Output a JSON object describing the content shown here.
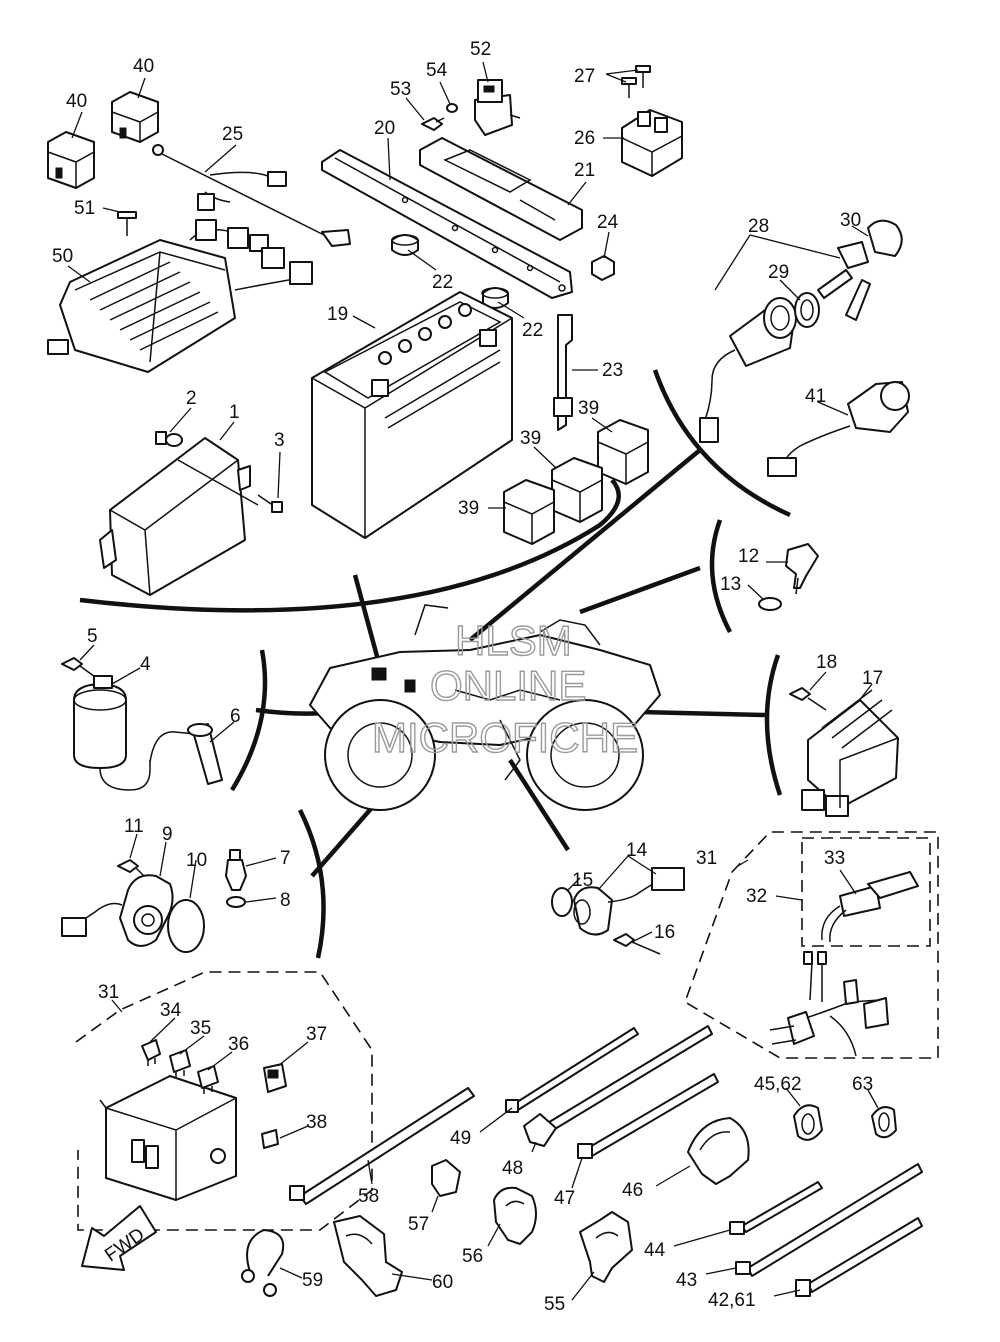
{
  "diagram": {
    "labels": {
      "l40a": "40",
      "l40b": "40",
      "l25": "25",
      "l51": "51",
      "l50": "50",
      "l20": "20",
      "l53": "53",
      "l54": "54",
      "l52": "52",
      "l27": "27",
      "l26": "26",
      "l21": "21",
      "l24": "24",
      "l22a": "22",
      "l22b": "22",
      "l19": "19",
      "l23": "23",
      "l28": "28",
      "l29": "29",
      "l30": "30",
      "l41": "41",
      "l39a": "39",
      "l39b": "39",
      "l39c": "39",
      "l2": "2",
      "l1": "1",
      "l3": "3",
      "l12": "12",
      "l13": "13",
      "l5": "5",
      "l4": "4",
      "l6": "6",
      "l18": "18",
      "l17": "17",
      "l11": "11",
      "l9": "9",
      "l10": "10",
      "l7": "7",
      "l8": "8",
      "l14": "14",
      "l15": "15",
      "l16": "16",
      "l31a": "31",
      "l32": "32",
      "l33": "33",
      "l31b": "31",
      "l34": "34",
      "l35": "35",
      "l36": "36",
      "l37": "37",
      "l38": "38",
      "l58": "58",
      "l49": "49",
      "l48": "48",
      "l57": "57",
      "l47": "47",
      "l46": "46",
      "l4562": "45,62",
      "l63": "63",
      "l56": "56",
      "l44": "44",
      "l43": "43",
      "l4261": "42,61",
      "l59": "59",
      "l60": "60",
      "l55": "55"
    },
    "fwd_arrow": "FWD",
    "watermark": [
      "HLSM",
      "ONLINE",
      "MICROFICHE"
    ]
  }
}
